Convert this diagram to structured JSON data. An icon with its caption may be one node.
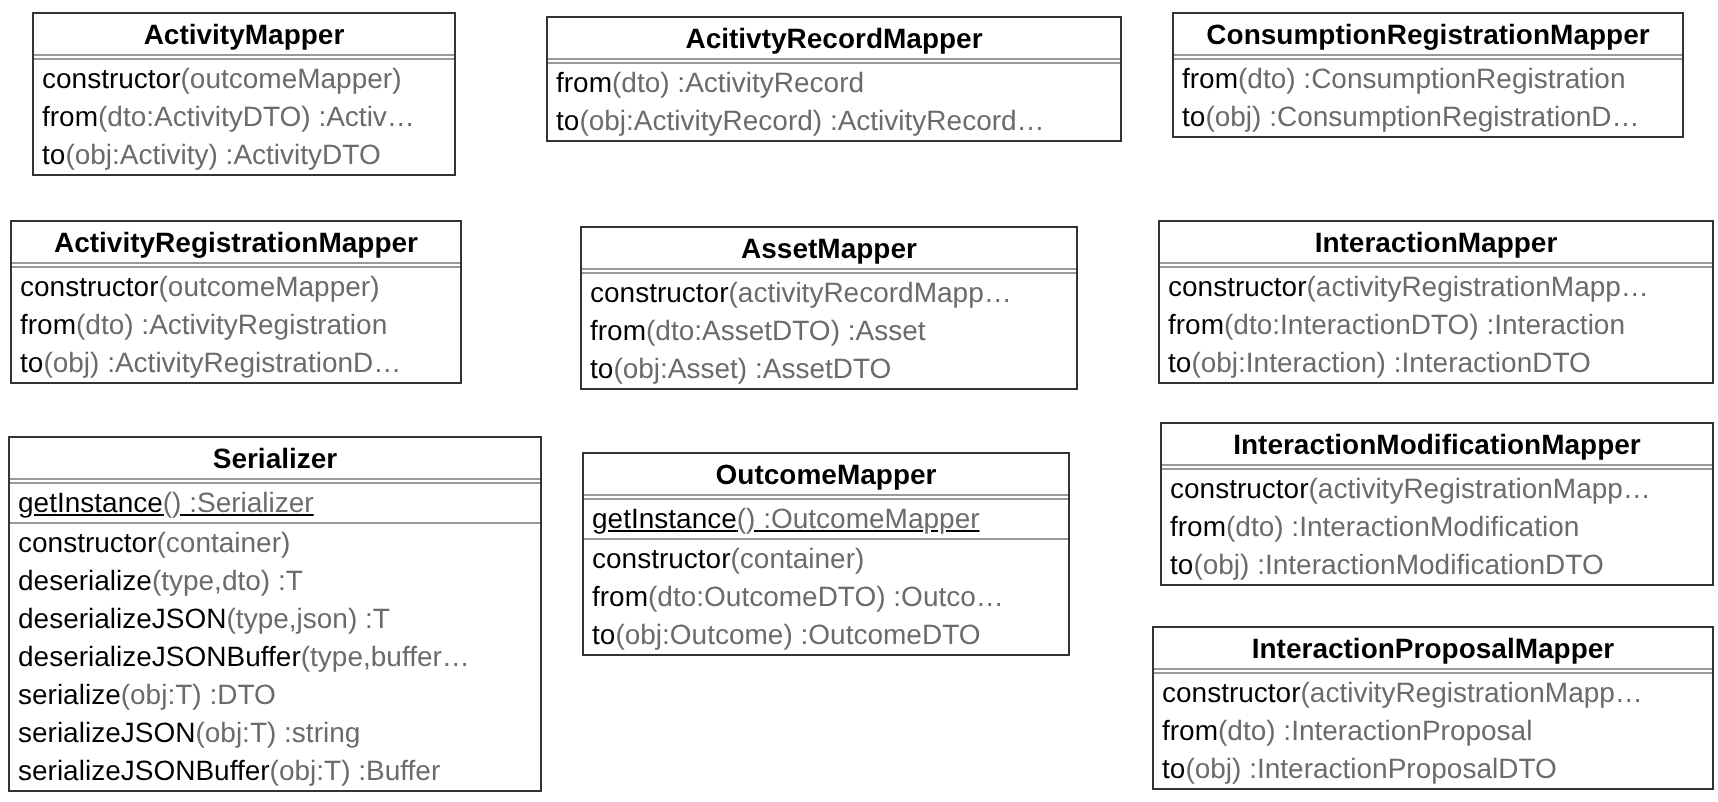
{
  "diagram": {
    "nodes": [
      {
        "text": [
          "ActivityMapper",
          "constructor(outcomeMapper)",
          "from(dto:ActivityDTO) :Activ…",
          "to(obj:Activity) :ActivityDTO"
        ]
      },
      {
        "text": [
          "AcitivtyRecordMapper",
          "from(dto) :ActivityRecord",
          "to(obj:ActivityRecord) :ActivityRecord…"
        ]
      },
      {
        "text": [
          "ConsumptionRegistrationMapper",
          "from(dto) :ConsumptionRegistration",
          "to(obj) :ConsumptionRegistrationD…"
        ]
      },
      {
        "text": [
          "ActivityRegistrationMapper",
          "constructor(outcomeMapper)",
          "from(dto) :ActivityRegistration",
          "to(obj) :ActivityRegistrationD…"
        ]
      },
      {
        "text": [
          "AssetMapper",
          "constructor(activityRecordMapp…",
          "from(dto:AssetDTO) :Asset",
          "to(obj:Asset) :AssetDTO"
        ]
      },
      {
        "text": [
          "InteractionMapper",
          "constructor(activityRegistrationMapp…",
          "from(dto:InteractionDTO) :Interaction",
          "to(obj:Interaction) :InteractionDTO"
        ]
      },
      {
        "text": [
          "Serializer",
          "constructor(container)",
          "deserialize(type,dto) :T",
          "deserializeJSON(type,json) :T",
          "deserializeJSONBuffer(type,buffer…",
          "serialize(obj:T) :DTO",
          "serializeJSON(obj:T) :string",
          "serializeJSONBuffer(obj:T) :Buffer"
        ]
      },
      {
        "text": [
          "getInstance() :Serializer"
        ],
        "in": 6
      },
      {
        "text": [
          "OutcomeMapper",
          "constructor(container)",
          "from(dto:OutcomeDTO) :Outco…",
          "to(obj:Outcome) :OutcomeDTO"
        ]
      },
      {
        "text": [
          "getInstance() :OutcomeMapper"
        ],
        "in": 8
      },
      {
        "text": [
          "InteractionModificationMapper",
          "constructor(activityRegistrationMapp…",
          "from(dto) :InteractionModification",
          "to(obj) :InteractionModificationDTO"
        ]
      },
      {
        "text": [
          "InteractionProposalMapper",
          "constructor(activityRegistrationMapp…",
          "from(dto) :InteractionProposal",
          "to(obj) :InteractionProposalDTO"
        ]
      }
    ],
    "edges": []
  }
}
